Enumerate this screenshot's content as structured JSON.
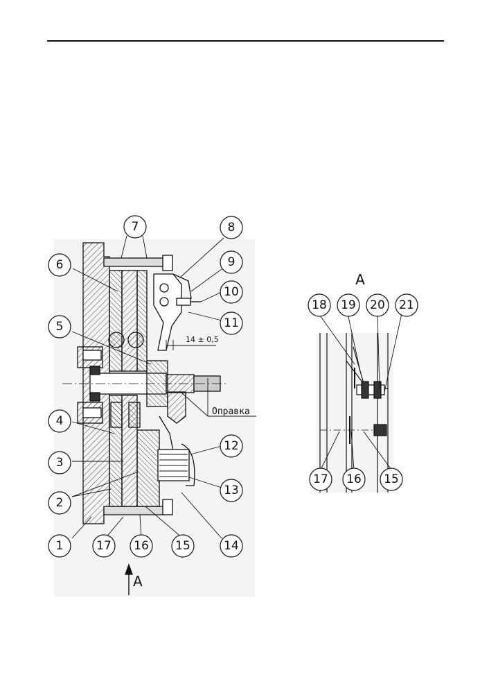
{
  "callouts": [
    "1",
    "2",
    "3",
    "4",
    "5",
    "6",
    "7",
    "8",
    "9",
    "10",
    "11",
    "12",
    "13",
    "14",
    "15",
    "16",
    "17",
    "18",
    "19",
    "20",
    "21"
  ],
  "dimension_label": "14 ± 0,5",
  "mandrel_label": "Оправка",
  "view_label": "A",
  "view_arrow_label": "A"
}
